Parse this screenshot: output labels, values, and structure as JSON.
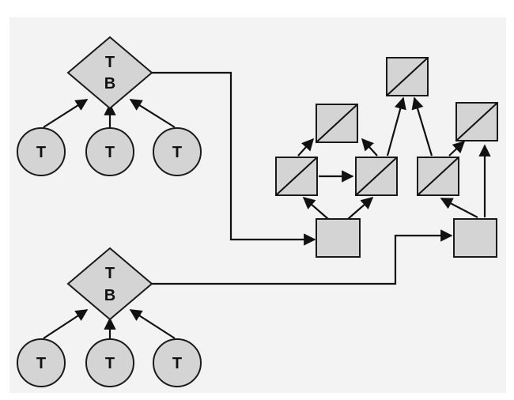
{
  "colors": {
    "background": "#f3f3f3",
    "node_fill": "#d4d4d4",
    "stroke": "#111111"
  },
  "top_group": {
    "diamond": {
      "line1": "T",
      "line2": "B"
    },
    "children": [
      {
        "label": "T"
      },
      {
        "label": "T"
      },
      {
        "label": "T"
      }
    ]
  },
  "bottom_group": {
    "diamond": {
      "line1": "T",
      "line2": "B"
    },
    "children": [
      {
        "label": "T"
      },
      {
        "label": "T"
      },
      {
        "label": "T"
      }
    ]
  },
  "icons": {
    "split_box": "diagonal-split-square-icon",
    "plain_box": "plain-square-icon",
    "diamond": "diamond-node",
    "circle": "circle-node"
  }
}
